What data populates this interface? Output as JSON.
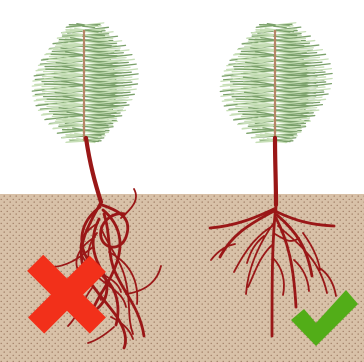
{
  "colors": {
    "background": "#ffffff",
    "soil": "#d8c1a8",
    "soil_dots": "#9d7a62",
    "root": "#9a1717",
    "stem": "#9a1717",
    "needle_dark": "#7aa06a",
    "needle_light": "#c7dfb7",
    "cross": "#f2301a",
    "check": "#52ad18"
  },
  "left_seedling": {
    "root_form": "deformed-spiral-roots",
    "verdict": "incorrect"
  },
  "right_seedling": {
    "root_form": "spreading-natural-roots",
    "verdict": "correct"
  },
  "icons": {
    "cross": "red-cross-icon",
    "check": "green-check-icon"
  }
}
